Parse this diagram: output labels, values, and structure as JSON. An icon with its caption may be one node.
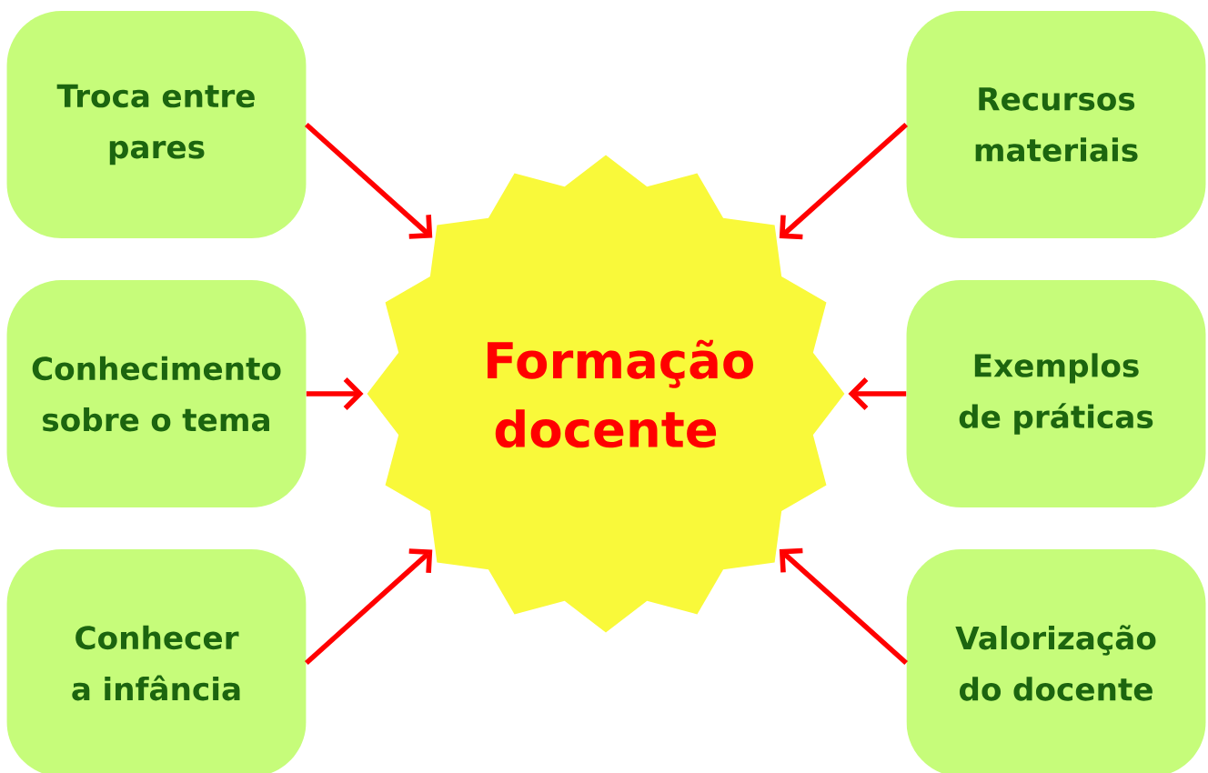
{
  "diagram": {
    "nodes": [
      {
        "text": [
          "Troca entre pares"
        ]
      },
      {
        "text": [
          "Recursos materiais"
        ]
      },
      {
        "text": [
          "Conhecimento sobre o tema"
        ]
      },
      {
        "text": [
          "Formação docente"
        ]
      },
      {
        "text": [
          "Exemplos de práticas"
        ]
      },
      {
        "text": [
          "Conhecer a infância"
        ]
      },
      {
        "text": [
          "Valorização do docente"
        ]
      }
    ],
    "edges": [
      {
        "from": 0,
        "to": 3,
        "arrow": "to"
      },
      {
        "from": 1,
        "to": 3,
        "arrow": "to"
      },
      {
        "from": 2,
        "to": 3,
        "arrow": "to"
      },
      {
        "from": 4,
        "to": 3,
        "arrow": "to"
      },
      {
        "from": 5,
        "to": 3,
        "arrow": "to"
      },
      {
        "from": 6,
        "to": 3,
        "arrow": "to"
      }
    ]
  }
}
